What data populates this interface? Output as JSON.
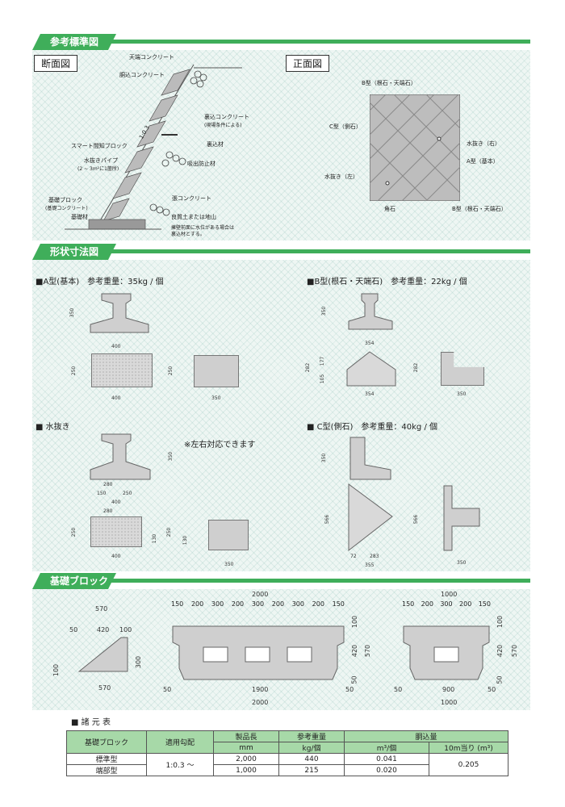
{
  "sections": {
    "reference": "参考標準図",
    "shape": "形状寸法図",
    "foundation": "基礎ブロック"
  },
  "cross": {
    "title": "断面図",
    "labels": [
      "天端コンクリート",
      "胴込コンクリート",
      "裏込コンクリート",
      "(現場条件による)",
      "スマート間知ブロック",
      "裏込材",
      "水抜きパイプ",
      "(2 ~ 3m²に1箇所)",
      "吸出防止材",
      "基礎ブロック",
      "(基礎コンクリート)",
      "張コンクリート",
      "基礎材",
      "良質土または地山",
      "擁壁前面に水位がある場合は",
      "裏込材とする。"
    ],
    "slope": "1:0.3"
  },
  "front": {
    "title": "正面図",
    "labels": [
      "B型（根石・天端石）",
      "C型（側石）",
      "水抜き（右）",
      "A型（基本）",
      "水抜き（左）",
      "角石",
      "B型（根石・天端石）"
    ]
  },
  "typeA": {
    "title": "■A型(基本)　参考重量：35kg / 個",
    "dims": [
      "350",
      "400",
      "250",
      "400",
      "250",
      "350"
    ]
  },
  "typeB": {
    "title": "■B型(根石・天端石)　参考重量：22kg / 個",
    "dims": [
      "350",
      "354",
      "282",
      "177",
      "105",
      "354",
      "282",
      "350"
    ]
  },
  "drain": {
    "title": "■ 水抜き",
    "note": "※左右対応できます",
    "dims": [
      "350",
      "280",
      "150",
      "250",
      "400",
      "280",
      "250",
      "130",
      "400",
      "250",
      "130",
      "350"
    ]
  },
  "typeC": {
    "title": "■ C型(側石)　参考重量：40kg / 個",
    "dims": [
      "350",
      "566",
      "72",
      "283",
      "355",
      "566",
      "350"
    ]
  },
  "found": {
    "side": [
      "570",
      "50",
      "420",
      "100",
      "100",
      "300",
      "570"
    ],
    "long": {
      "total": "2000",
      "parts": [
        "150",
        "200",
        "300",
        "200",
        "300",
        "200",
        "300",
        "200",
        "150"
      ],
      "bottom": [
        "50",
        "1900",
        "50"
      ],
      "total2": "2000",
      "right": [
        "100",
        "420",
        "570",
        "50"
      ]
    },
    "short": {
      "total": "1000",
      "parts": [
        "150",
        "200",
        "300",
        "200",
        "150"
      ],
      "bottom": [
        "50",
        "900",
        "50"
      ],
      "total2": "1000",
      "right": [
        "100",
        "420",
        "570",
        "50"
      ]
    }
  },
  "spec": {
    "title": "■ 諸 元 表",
    "h1": [
      "基礎ブロック",
      "適用勾配",
      "製品長",
      "参考重量",
      "胴込量"
    ],
    "h2": [
      "mm",
      "kg/個",
      "m³/個",
      "10m当り (m³)"
    ],
    "rows": [
      [
        "標準型",
        "2,000",
        "440",
        "0.041"
      ],
      [
        "端部型",
        "1,000",
        "215",
        "0.020"
      ]
    ],
    "slope": "1:0.3 ～",
    "per10m": "0.205"
  }
}
